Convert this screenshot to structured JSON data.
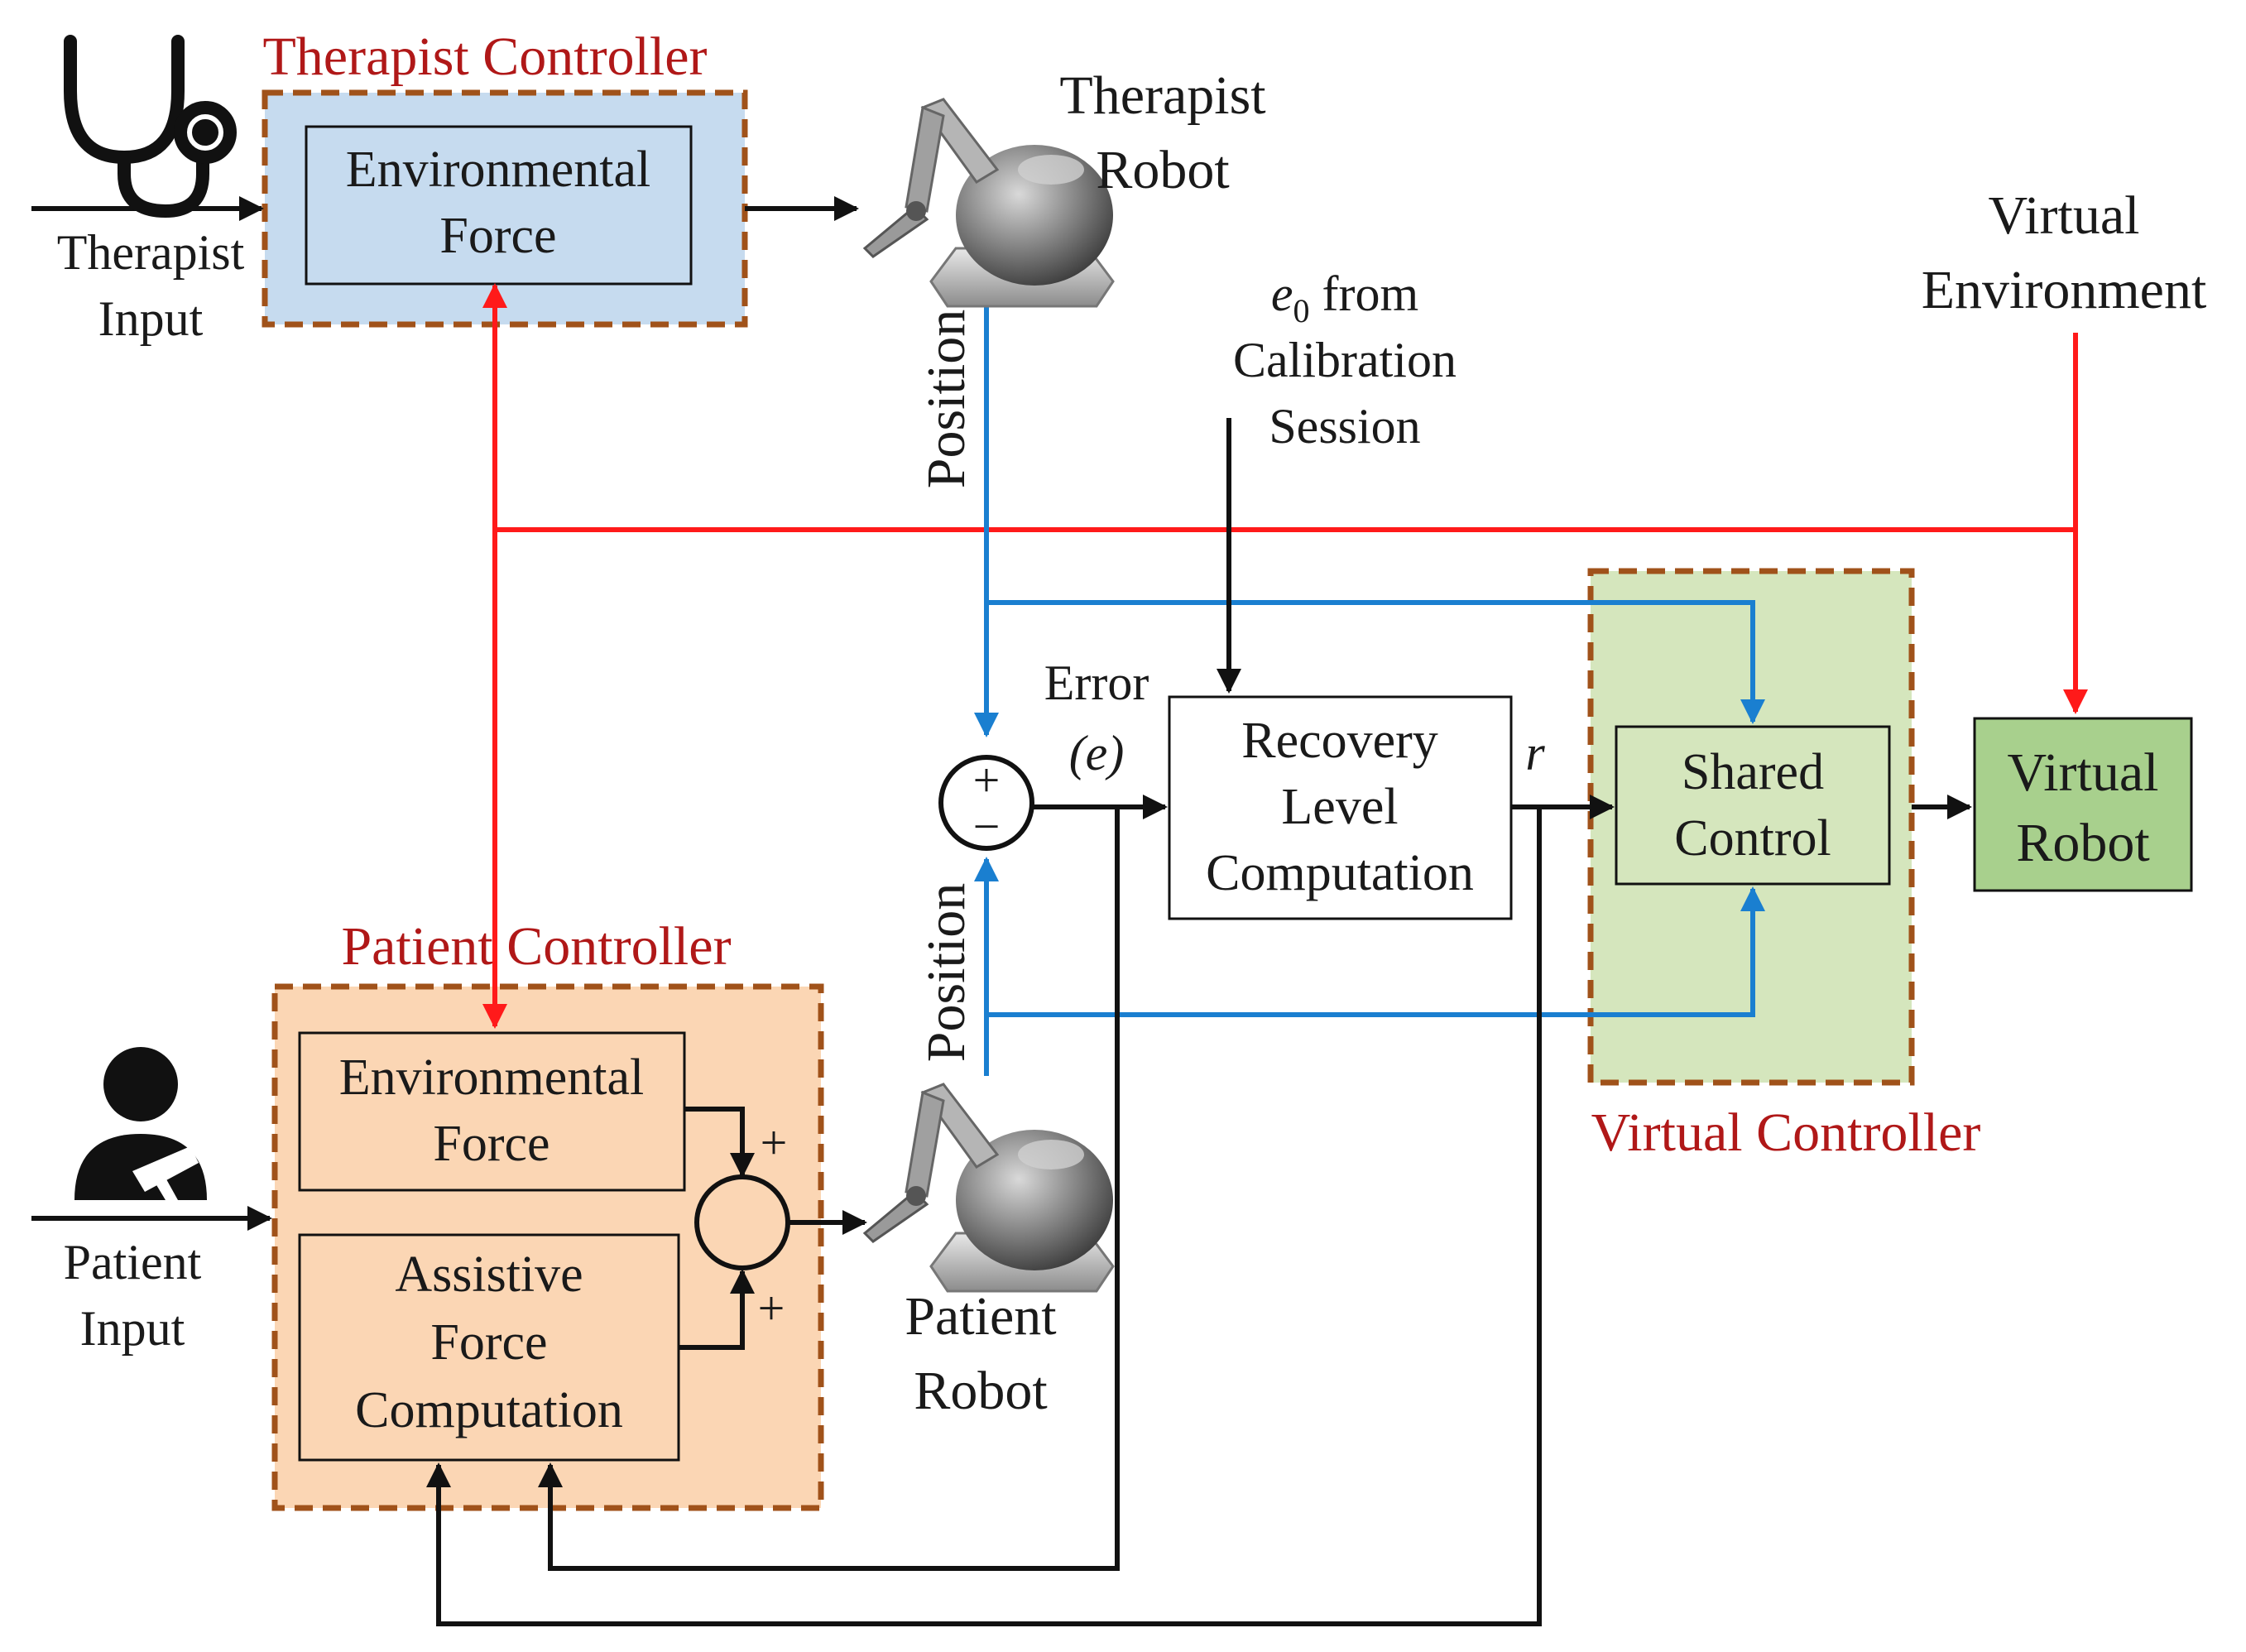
{
  "colors": {
    "black_line": "#111111",
    "red_line": "#ff1a1a",
    "blue_line": "#1a7fd0",
    "therapist_fill": "#c6dbef",
    "patient_fill": "#fbd6b4",
    "virtual_ctrl_fill": "#d5e6bd",
    "virtual_robot_fill": "#a8d08d",
    "dashed_border": "#a0521a",
    "title_red": "#b01818"
  },
  "icons": {
    "therapist": "stethoscope-icon",
    "patient": "injured-patient-icon",
    "robot": "haptic-robot-icon"
  },
  "therapist_controller": {
    "title": "Therapist Controller",
    "box_line1": "Environmental",
    "box_line2": "Force"
  },
  "therapist_input": {
    "line1": "Therapist",
    "line2": "Input"
  },
  "therapist_robot": {
    "line1": "Therapist",
    "line2": "Robot"
  },
  "position_top": "Position",
  "position_bottom": "Position",
  "calibration": {
    "e_sym": "e",
    "e_sub": "0",
    "from": " from",
    "line2": "Calibration",
    "line3": "Session"
  },
  "virtual_environment": {
    "line1": "Virtual",
    "line2": "Environment"
  },
  "error_label": {
    "line1": "Error",
    "line2": "(e)"
  },
  "summing_top": {
    "plus": "+",
    "minus": "−"
  },
  "recovery": {
    "line1": "Recovery",
    "line2": "Level",
    "line3": "Computation"
  },
  "r_label": "r",
  "shared_control": {
    "line1": "Shared",
    "line2": "Control"
  },
  "virtual_robot": {
    "line1": "Virtual",
    "line2": "Robot"
  },
  "virtual_controller_title": "Virtual Controller",
  "patient_controller": {
    "title": "Patient Controller",
    "env_line1": "Environmental",
    "env_line2": "Force",
    "assist_line1": "Assistive",
    "assist_line2": "Force",
    "assist_line3": "Computation",
    "plus_top": "+",
    "plus_bottom": "+"
  },
  "patient_input": {
    "line1": "Patient",
    "line2": "Input"
  },
  "patient_robot": {
    "line1": "Patient",
    "line2": "Robot"
  }
}
